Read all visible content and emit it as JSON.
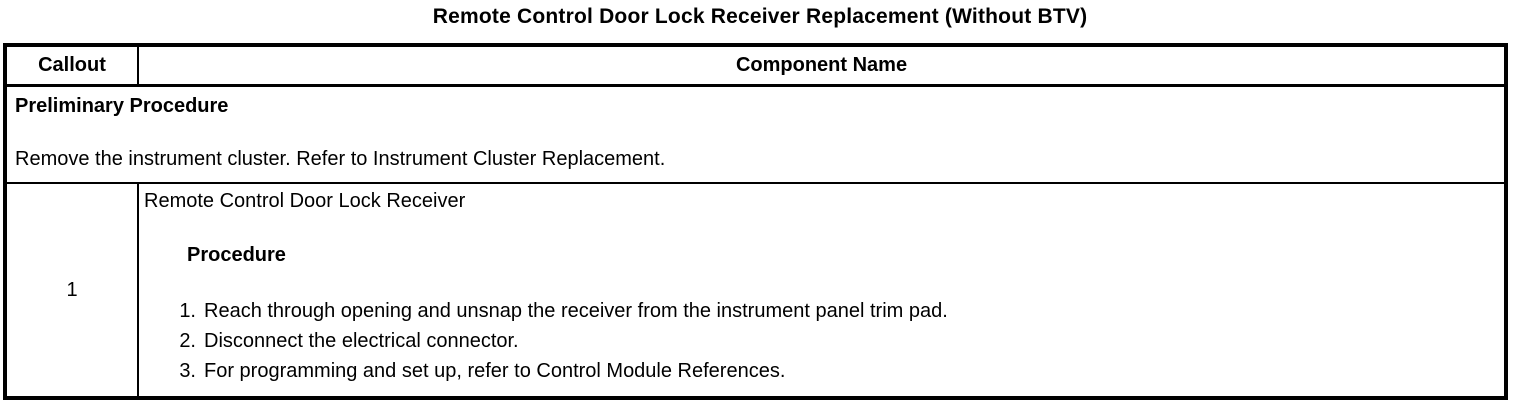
{
  "page": {
    "title": "Remote Control Door Lock Receiver Replacement (Without BTV)"
  },
  "table": {
    "headers": {
      "callout": "Callout",
      "component": "Component Name"
    },
    "preliminary": {
      "heading": "Preliminary Procedure",
      "text": "Remove the instrument cluster. Refer to Instrument Cluster Replacement."
    },
    "rows": [
      {
        "callout": "1",
        "component_name": "Remote Control Door Lock Receiver",
        "procedure_heading": "Procedure",
        "steps": [
          {
            "num": "1.",
            "text": "Reach through opening and unsnap the receiver from the instrument panel trim pad."
          },
          {
            "num": "2.",
            "text": "Disconnect the electrical connector."
          },
          {
            "num": "3.",
            "text": "For programming and set up, refer to Control Module References."
          }
        ]
      }
    ]
  }
}
